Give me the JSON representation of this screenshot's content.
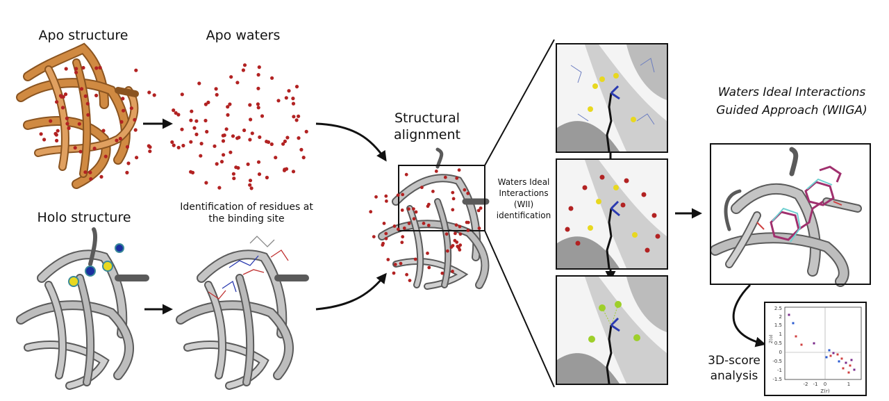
{
  "labels": {
    "apo_structure": "Apo structure",
    "apo_waters": "Apo waters",
    "holo_structure": "Holo structure",
    "identification": "Identification of residues at the binding site",
    "structural_alignment": "Structural alignment",
    "wii": "Waters Ideal Interactions (WII) identification",
    "wiiga": "Waters Ideal Interactions Guided Approach (WIIGA)",
    "score": "3D-score analysis"
  },
  "plot": {
    "y_ticks": [
      "2.5",
      "2",
      "1.5",
      "1",
      "0.5",
      "0",
      "-0.5",
      "-1",
      "-1.5"
    ],
    "x_ticks": [
      "-2",
      "-1",
      "0",
      "1"
    ],
    "ylabel": "Z(o)",
    "xlabel": "Z(r)"
  },
  "colors": {
    "apo_protein": "#c8823c",
    "holo_protein": "#b4b4b4",
    "water": "#b22222",
    "ligand": "#a0306e",
    "wii_yellow": "#e8d820",
    "wii_green": "#9ecf2a"
  }
}
